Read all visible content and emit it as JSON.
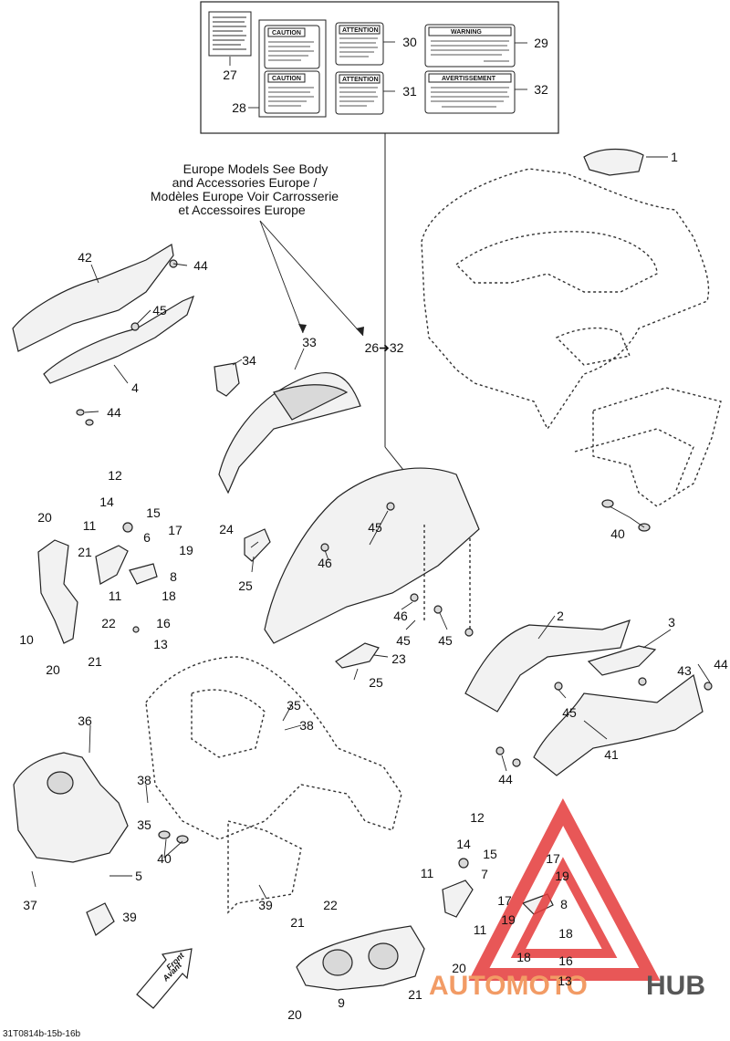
{
  "note": {
    "lines": [
      "Europe Models See Body",
      "and Accessories Europe /",
      "Modèles Europe Voir Carrosserie",
      "et Accessoires Europe"
    ]
  },
  "range_label": "26➔32",
  "labels": {
    "caution1": "CAUTION",
    "caution2": "CAUTION",
    "attention1": "ATTENTION",
    "attention2": "ATTENTION",
    "warning": "WARNING",
    "avertissement": "AVERTISSEMENT"
  },
  "callouts": {
    "c1": "1",
    "c2": "2",
    "c3": "3",
    "c4": "4",
    "c5": "5",
    "c6": "6",
    "c7": "7",
    "c8a": "8",
    "c8b": "8",
    "c9": "9",
    "c10": "10",
    "c11a": "11",
    "c11b": "11",
    "c11c": "11",
    "c11d": "11",
    "c12a": "12",
    "c12b": "12",
    "c13a": "13",
    "c13b": "13",
    "c14a": "14",
    "c14b": "14",
    "c15a": "15",
    "c15b": "15",
    "c16a": "16",
    "c16b": "16",
    "c17a": "17",
    "c17b": "17",
    "c17c": "17",
    "c18a": "18",
    "c18b": "18",
    "c18c": "18",
    "c19a": "19",
    "c19b": "19",
    "c19c": "19",
    "c20a": "20",
    "c20b": "20",
    "c20c": "20",
    "c20d": "20",
    "c21a": "21",
    "c21b": "21",
    "c21c": "21",
    "c21d": "21",
    "c22a": "22",
    "c22b": "22",
    "c23": "23",
    "c24": "24",
    "c25a": "25",
    "c25b": "25",
    "c26_32": "26➔32",
    "c27": "27",
    "c28": "28",
    "c29": "29",
    "c30": "30",
    "c31": "31",
    "c32": "32",
    "c33": "33",
    "c34": "34",
    "c35a": "35",
    "c35b": "35",
    "c36": "36",
    "c37": "37",
    "c38a": "38",
    "c38b": "38",
    "c39a": "39",
    "c39b": "39",
    "c40a": "40",
    "c40b": "40",
    "c41": "41",
    "c42": "42",
    "c43": "43",
    "c44a": "44",
    "c44b": "44",
    "c44c": "44",
    "c44d": "44",
    "c45a": "45",
    "c45b": "45",
    "c45c": "45",
    "c45d": "45",
    "c45e": "45",
    "c46a": "46",
    "c46b": "46"
  },
  "front_badge": {
    "line1": "Front",
    "line2": "Avant"
  },
  "watermark": {
    "brand_a": "AUTOMOTO",
    "brand_b": "HUB"
  },
  "footer_code": "31T0814b-15b-16b",
  "colors": {
    "watermark_red": "#e53a3a",
    "watermark_dark": "#3a3a3a",
    "watermark_orange": "#f08a4b"
  }
}
